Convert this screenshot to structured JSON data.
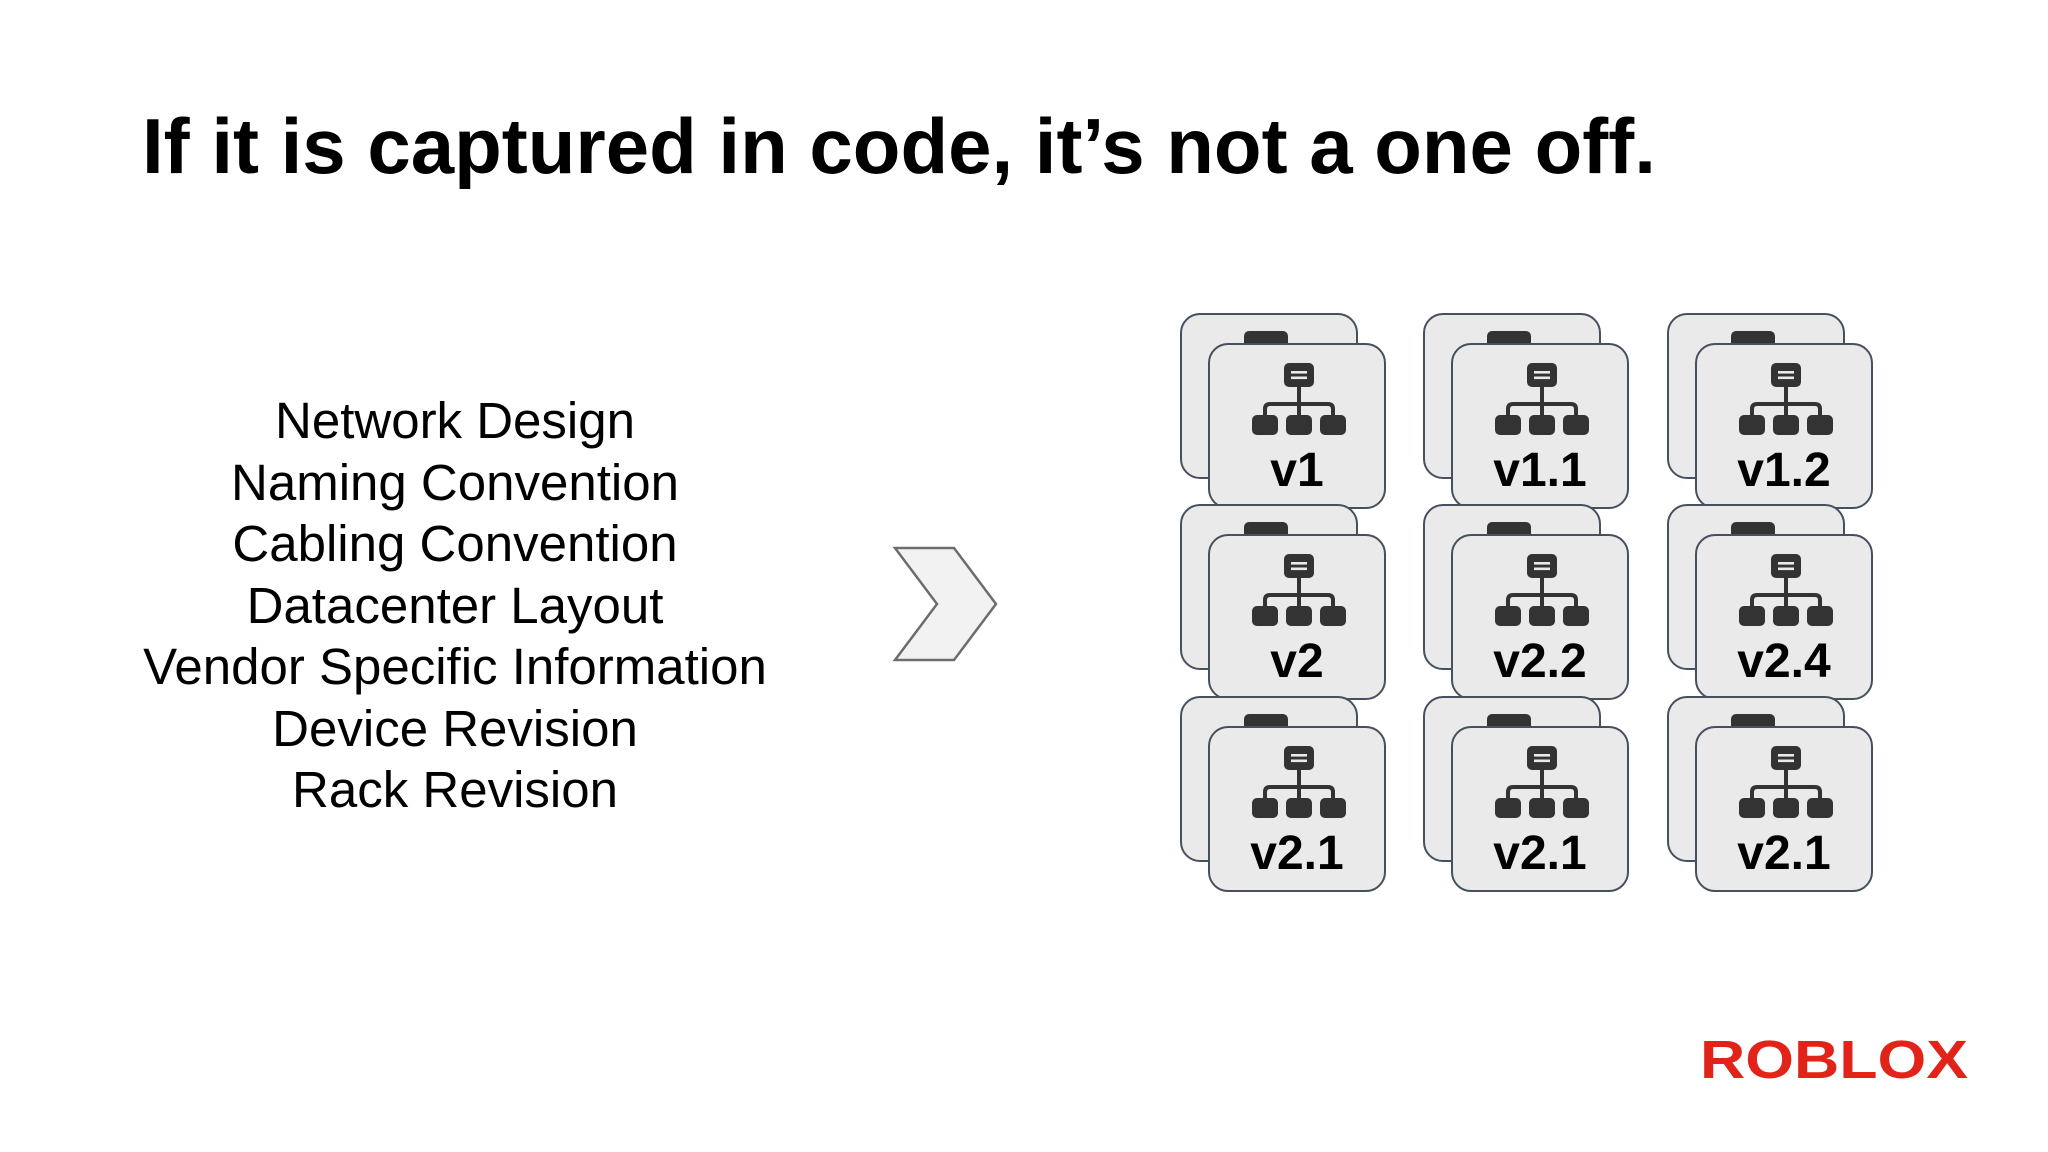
{
  "slide": {
    "title": "If it is captured in code, it’s not a one off."
  },
  "concepts": [
    "Network Design",
    "Naming Convention",
    "Cabling Convention",
    "Datacenter Layout",
    "Vendor Specific Information",
    "Device Revision",
    "Rack Revision"
  ],
  "arrow_icon": "chevron-right-icon",
  "network_icon": "network-hierarchy-icon",
  "versions": [
    [
      "v1",
      "v1.1",
      "v1.2"
    ],
    [
      "v2",
      "v2.2",
      "v2.4"
    ],
    [
      "v2.1",
      "v2.1",
      "v2.1"
    ]
  ],
  "brand": {
    "name": "ROBLOX",
    "color": "#e2231a"
  },
  "colors": {
    "card_fill": "#eaeaea",
    "card_border": "#46505e",
    "icon": "#333333"
  }
}
